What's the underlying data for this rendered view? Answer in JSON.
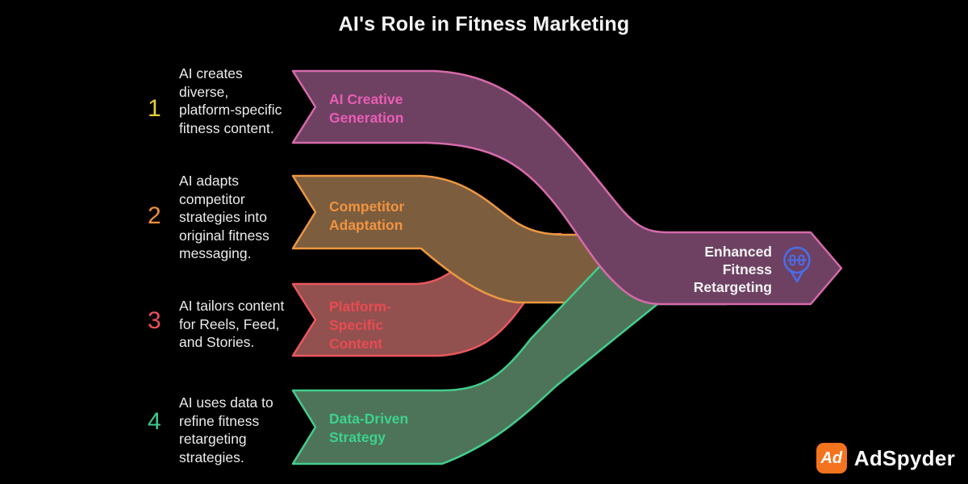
{
  "title": "AI's Role in Fitness Marketing",
  "background_color": "#000000",
  "steps": [
    {
      "number": "1",
      "number_color": "#e6ce3a",
      "description": "AI creates diverse, platform-specific fitness content.",
      "label": "AI Creative Generation",
      "label_color": "#ea5db4",
      "band_fill": "#6e4163",
      "band_stroke": "#d76aaa"
    },
    {
      "number": "2",
      "number_color": "#ef8f3e",
      "description": "AI adapts competitor strategies into original fitness messaging.",
      "label": "Competitor Adaptation",
      "label_color": "#f09440",
      "band_fill": "#7c5d3e",
      "band_stroke": "#eb9743"
    },
    {
      "number": "3",
      "number_color": "#e8505d",
      "description": "AI tailors content for Reels, Feed, and Stories.",
      "label": "Platform-Specific Content",
      "label_color": "#e84b52",
      "band_fill": "#92504f",
      "band_stroke": "#e9585e"
    },
    {
      "number": "4",
      "number_color": "#3ecb8c",
      "description": "AI uses data to refine fitness retargeting strategies.",
      "label": "Data-Driven Strategy",
      "label_color": "#3ed18e",
      "band_fill": "#4d7458",
      "band_stroke": "#43cd8e"
    }
  ],
  "outcome": {
    "label": "Enhanced Fitness Retargeting",
    "icon": "location-pin-dumbbell-icon",
    "icon_color": "#4a6de8"
  },
  "logo": {
    "mark": "Ad",
    "name": "AdSpyder",
    "mark_background": "#f4731e"
  }
}
